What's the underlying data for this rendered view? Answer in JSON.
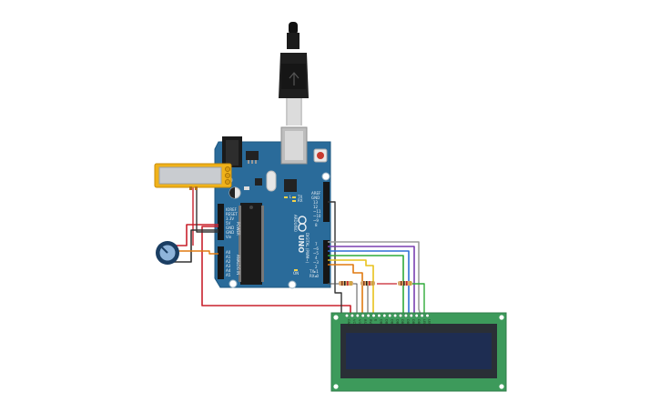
{
  "arduino": {
    "brand": "ARDUINO",
    "model": "UNO",
    "header_power": [
      "IOREF",
      "RESET",
      "3.3V",
      "5V",
      "GND",
      "GND",
      "Vin"
    ],
    "header_analog": [
      "A0",
      "A1",
      "A2",
      "A3",
      "A4",
      "A5"
    ],
    "power_label": "POWER",
    "analog_label": "ANALOG IN",
    "digital_label": "DIGITAL (PWM~)",
    "header_digital_top": [
      "AREF",
      "GND",
      "13",
      "12",
      "~11",
      "~10",
      "~9",
      "8"
    ],
    "header_digital_bottom": [
      "7",
      "~6",
      "~5",
      "4",
      "~3",
      "2",
      "TX▸1",
      "RX◂0"
    ],
    "led_labels": [
      "L",
      "TX",
      "RX",
      "ON"
    ]
  },
  "lcd": {
    "pin_labels": [
      "GND",
      "VCC",
      "V0",
      "RS",
      "RW",
      "E",
      "DB0",
      "DB1",
      "DB2",
      "DB3",
      "DB4",
      "DB5",
      "DB6",
      "DB7",
      "LED+",
      "LED-"
    ]
  },
  "colors": {
    "board": "#2a6b9a",
    "lcd_pcb": "#3d9a5b",
    "lcd_screen": "#1e2d52",
    "wire_red": "#c8212c",
    "wire_black": "#333333",
    "wire_gray": "#9a9a9a",
    "wire_purple": "#7a3fb0",
    "wire_blue": "#2f6fd6",
    "wire_green": "#2faa3a",
    "wire_yellow": "#e8c21c",
    "wire_orange": "#e07a10"
  }
}
